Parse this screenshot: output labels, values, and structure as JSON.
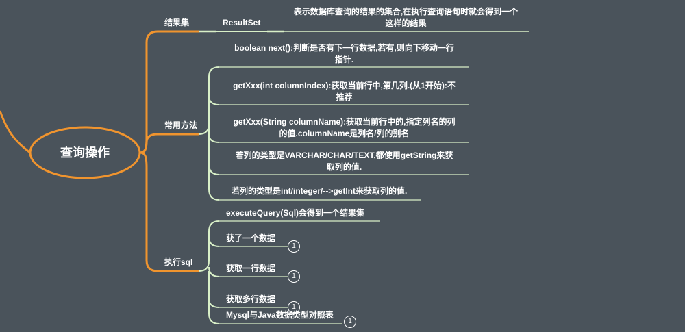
{
  "root": {
    "label": "查询操作"
  },
  "branches": {
    "resultset": {
      "label": "结果集",
      "child": "ResultSet",
      "desc_line1": "表示数据库查询的结果的集合,在执行查询语句时就会得到一个",
      "desc_line2": "这样的结果"
    },
    "methods": {
      "label": "常用方法",
      "items": [
        {
          "line1": "boolean  next():判断是否有下一行数据,若有,则向下移动一行",
          "line2": "指针."
        },
        {
          "line1": "getXxx(int columnIndex):获取当前行中,第几列.(从1开始):不",
          "line2": "推荐"
        },
        {
          "line1": "getXxx(String columnName):获取当前行中的,指定列名的列",
          "line2": "的值.columnName是列名/列的别名"
        },
        {
          "line1": "若列的类型是VARCHAR/CHAR/TEXT,都使用getString来获",
          "line2": "取列的值."
        },
        {
          "line1": "若列的类型是int/integer/-->getInt来获取列的值.",
          "line2": ""
        }
      ]
    },
    "exec": {
      "label": "执行sql",
      "items": [
        {
          "label": "executeQuery(Sql)会得到一个结果集"
        },
        {
          "label": "获了一个数据",
          "badge": "1"
        },
        {
          "label": "获取一行数据",
          "badge": "1"
        },
        {
          "label": "获取多行数据",
          "badge": "1"
        },
        {
          "label": "Mysql与Java数据类型对照表",
          "badge": "1"
        }
      ]
    }
  },
  "colors": {
    "background": "#4a535b",
    "main_branch": "#f0942e",
    "sub_branch": "#d9f0c8",
    "text": "#ffffff"
  }
}
